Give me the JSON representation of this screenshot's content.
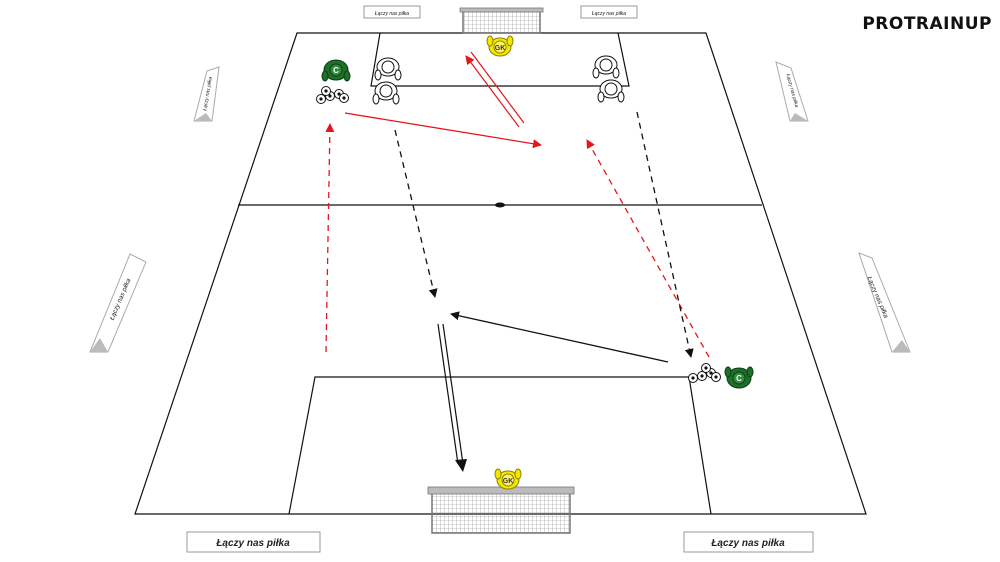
{
  "brand": {
    "name": "PROTRAINUP"
  },
  "banners": {
    "bottom_left": "Łączy nas piłka",
    "bottom_right": "Łączy nas piłka",
    "top_left": "Łączy nas piłka",
    "top_right": "Łączy nas piłka",
    "side_left_upper": "Łączy nas piłka",
    "side_right_upper": "Łączy nas piłka",
    "side_left_lower": "Łączy nas piłka",
    "side_right_lower": "Łączy nas piłka"
  },
  "players": {
    "goalkeeper_top": "GK",
    "goalkeeper_bottom": "GK",
    "coach_top": "C",
    "coach_bottom": "C"
  },
  "colors": {
    "pass_red": "#e8141b",
    "run_black": "#111111",
    "coach_green": "#1f6f2a",
    "goalkeeper_yellow": "#f3e600",
    "pitch_line": "#111111"
  }
}
